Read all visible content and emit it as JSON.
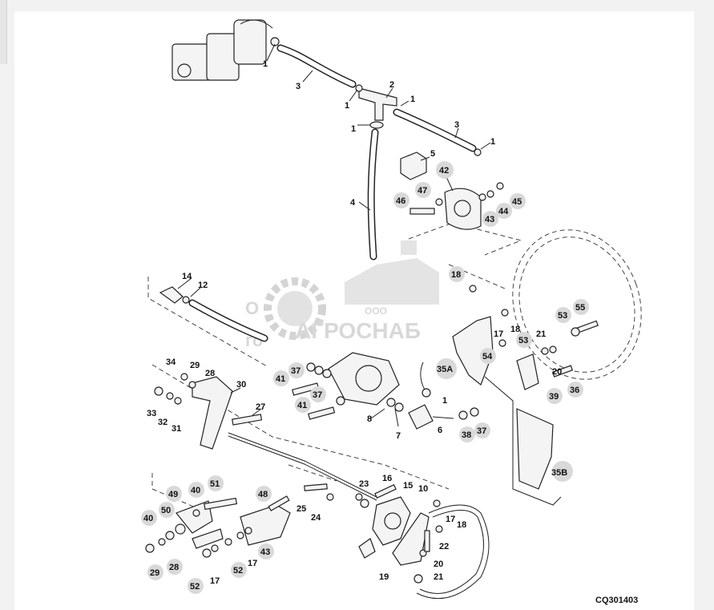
{
  "diagram": {
    "code": "CQ301403",
    "watermark": {
      "brand": "АГРОСНАБ",
      "prefix": "ООО",
      "line_left_1": "О",
      "line_left_2": "го"
    },
    "labels": {
      "l1": "1",
      "l2": "2",
      "l3": "3",
      "l4": "4",
      "l5": "5",
      "l6": "6",
      "l7": "7",
      "l8": "8",
      "l10": "10",
      "l12": "12",
      "l14": "14",
      "l15": "15",
      "l16": "16",
      "l17": "17",
      "l18": "18",
      "l19": "19",
      "l20": "20",
      "l21": "21",
      "l22": "22",
      "l23": "23",
      "l24": "24",
      "l25": "25",
      "l27": "27",
      "l28": "28",
      "l29": "29",
      "l30": "30",
      "l31": "31",
      "l32": "32",
      "l33": "33",
      "l34": "34",
      "l35a": "35A",
      "l35b": "35B",
      "l36": "36",
      "l37": "37",
      "l38": "38",
      "l39": "39",
      "l40": "40",
      "l41": "41",
      "l42": "42",
      "l43": "43",
      "l44": "44",
      "l45": "45",
      "l46": "46",
      "l47": "47",
      "l48": "48",
      "l49": "49",
      "l50": "50",
      "l51": "51",
      "l52": "52",
      "l53": "53",
      "l54": "54",
      "l55": "55"
    }
  }
}
